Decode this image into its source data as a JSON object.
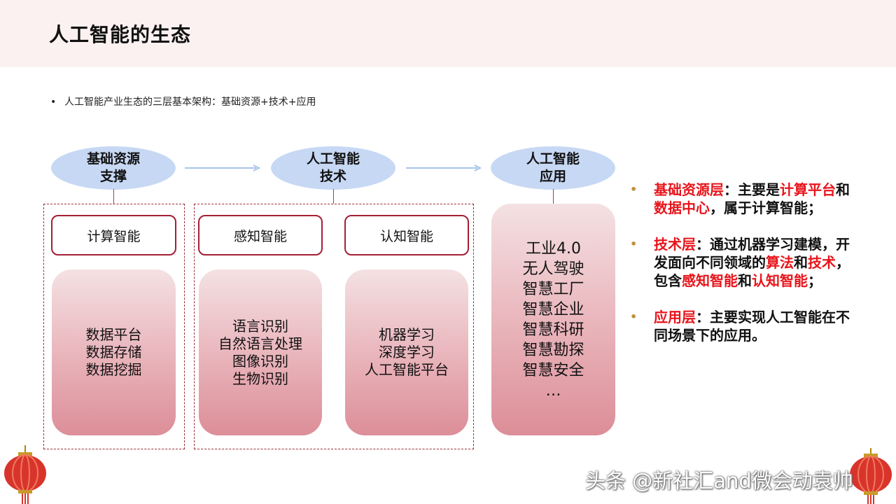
{
  "title": "人工智能的生态",
  "intro": "人工智能产业生态的三层基本架构：基础资源+技术+应用",
  "layers": [
    {
      "heading": "基础资源\n支撑"
    },
    {
      "heading": "人工智能\n技术"
    },
    {
      "heading": "人工智能\n应用"
    }
  ],
  "resource": {
    "sub_title": "计算智能",
    "items": [
      "数据平台",
      "数据存储",
      "数据挖掘"
    ]
  },
  "tech": {
    "perception": {
      "sub_title": "感知智能",
      "items": [
        "语言识别",
        "自然语言处理",
        "图像识别",
        "生物识别"
      ]
    },
    "cognition": {
      "sub_title": "认知智能",
      "items": [
        "机器学习",
        "深度学习",
        "人工智能平台"
      ]
    }
  },
  "application": {
    "items": [
      "工业4.0",
      "无人驾驶",
      "智慧工厂",
      "智慧企业",
      "智慧科研",
      "智慧勘探",
      "智慧安全",
      "…"
    ]
  },
  "notes": [
    {
      "segments": [
        {
          "text": "基础资源层",
          "red": true
        },
        {
          "text": "：主要是",
          "red": false
        },
        {
          "text": "计算平台",
          "red": true
        },
        {
          "text": "和",
          "red": false
        },
        {
          "text": "数据中心",
          "red": true
        },
        {
          "text": "，属于计算智能；",
          "red": false
        }
      ]
    },
    {
      "segments": [
        {
          "text": "技术层",
          "red": true
        },
        {
          "text": "：通过机器学习建模，开发面向不同领域的",
          "red": false
        },
        {
          "text": "算法",
          "red": true
        },
        {
          "text": "和",
          "red": false
        },
        {
          "text": "技术",
          "red": true
        },
        {
          "text": "，包含",
          "red": false
        },
        {
          "text": "感知智能",
          "red": true
        },
        {
          "text": "和",
          "red": false
        },
        {
          "text": "认知智能",
          "red": true
        },
        {
          "text": "；",
          "red": false
        }
      ]
    },
    {
      "segments": [
        {
          "text": "应用层",
          "red": true
        },
        {
          "text": "：主要实现人工智能在不同场景下的应用。",
          "red": false
        }
      ]
    }
  ],
  "watermark": "头条 @新社汇and微会动袁帅",
  "colors": {
    "header_bg": "#fcf1f1",
    "ellipse": "#c7d8f4",
    "accent_red": "#e8141b",
    "border_red": "#a51f35"
  }
}
